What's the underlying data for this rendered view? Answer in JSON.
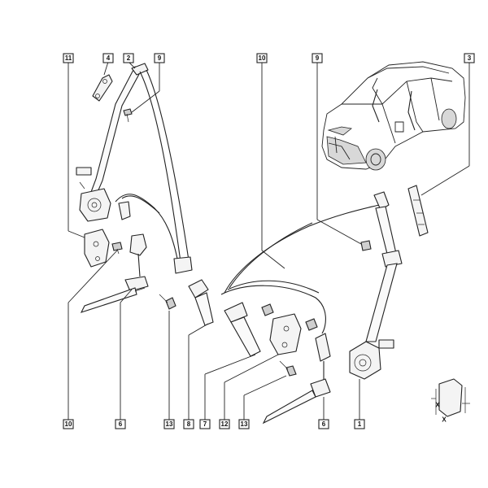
{
  "callouts": {
    "c11": "11",
    "c4": "4",
    "c2": "2",
    "c9a": "9",
    "c10a": "10",
    "c9b": "9",
    "c3": "3",
    "c10b": "10",
    "c6a": "6",
    "c13a": "13",
    "c8": "8",
    "c7": "7",
    "c12": "12",
    "c13b": "13",
    "c6b": "6",
    "c1": "1"
  },
  "inset": {
    "label_x": "X",
    "label_x2": "X"
  }
}
